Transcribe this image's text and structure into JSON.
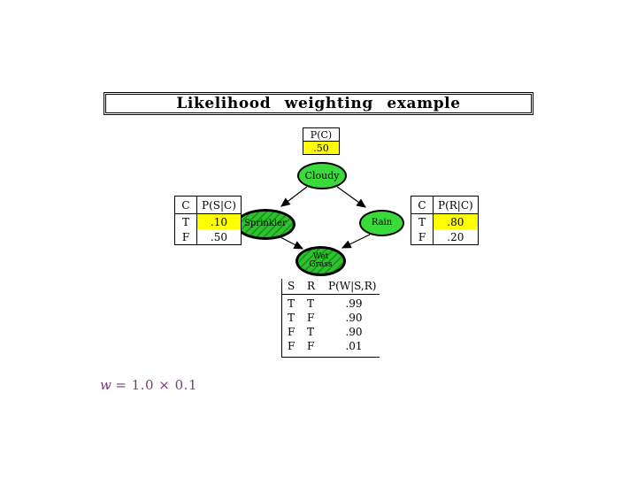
{
  "slide": {
    "title": "Likelihood weighting example"
  },
  "network": {
    "nodes": [
      {
        "id": "cloudy",
        "label": "Cloudy",
        "style": "plain"
      },
      {
        "id": "sprinkler",
        "label": "Sprinkler",
        "style": "evidence-hatched"
      },
      {
        "id": "rain",
        "label": "Rain",
        "style": "plain"
      },
      {
        "id": "wetgrass",
        "label": "Wet Grass",
        "style": "evidence-hatched"
      }
    ],
    "edges": [
      "cloudy-to-sprinkler",
      "cloudy-to-rain",
      "sprinkler-to-wetgrass",
      "rain-to-wetgrass"
    ]
  },
  "tables": {
    "prior": {
      "header": "P(C)",
      "value": ".50",
      "value_highlighted": true
    },
    "sprinkler_cpt": {
      "col1": "C",
      "col2": "P(S|C)",
      "rows": [
        {
          "c": "T",
          "p": ".10",
          "highlight": true
        },
        {
          "c": "F",
          "p": ".50",
          "highlight": false
        }
      ]
    },
    "rain_cpt": {
      "col1": "C",
      "col2": "P(R|C)",
      "rows": [
        {
          "c": "T",
          "p": ".80",
          "highlight": true
        },
        {
          "c": "F",
          "p": ".20",
          "highlight": false
        }
      ]
    },
    "wetgrass_cpt": {
      "col1": "S",
      "col2": "R",
      "col3": "P(W|S,R)",
      "rows": [
        {
          "s": "T",
          "r": "T",
          "p": ".99"
        },
        {
          "s": "T",
          "r": "F",
          "p": ".90"
        },
        {
          "s": "F",
          "r": "T",
          "p": ".90"
        },
        {
          "s": "F",
          "r": "F",
          "p": ".01"
        }
      ]
    }
  },
  "formula": {
    "lhs": "w",
    "rhs": "= 1.0 × 0.1"
  },
  "colors": {
    "node_green": "#3ada3a",
    "hatch_green_light": "#2ec22e",
    "hatch_green_dark": "#1d941d",
    "highlight_yellow": "#ffff00",
    "formula_purple": "#7b3b7b",
    "background": "#ffffff"
  }
}
